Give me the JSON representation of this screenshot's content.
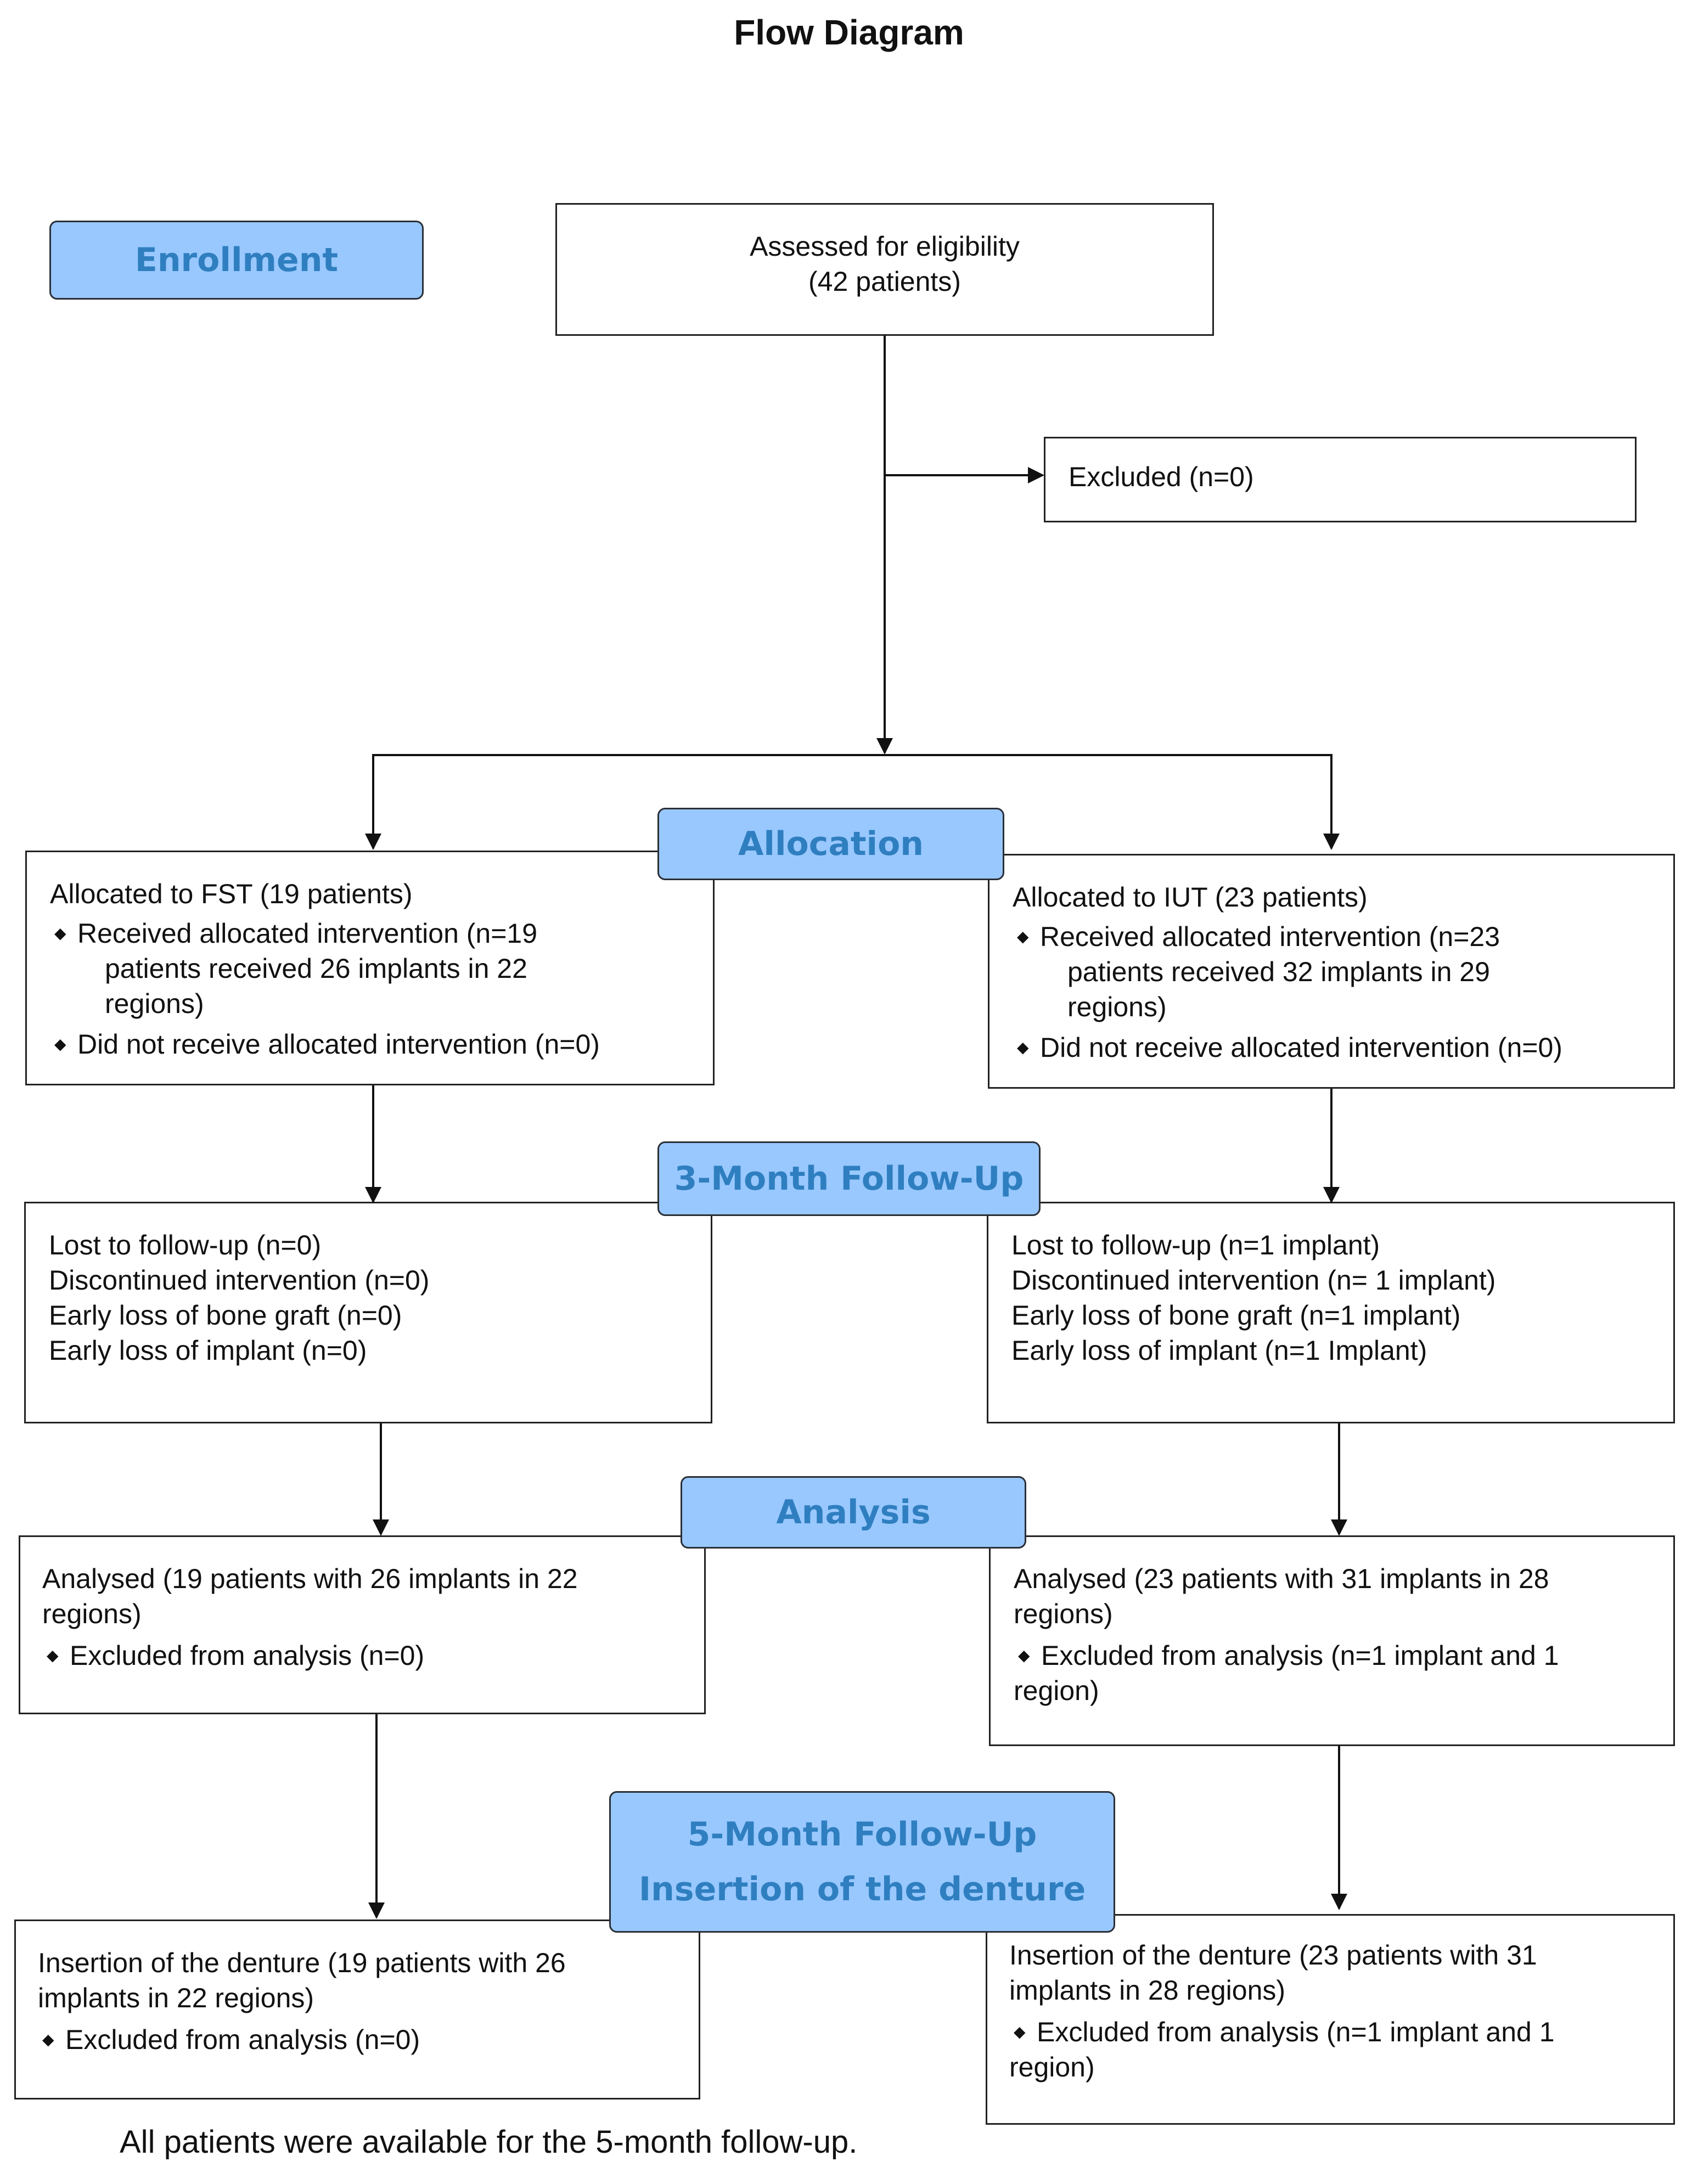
{
  "title": "Flow Diagram",
  "stages": {
    "enrollment": "Enrollment",
    "allocation": "Allocation",
    "followup3": "3-Month Follow-Up",
    "analysis": "Analysis",
    "followup5_line1": "5-Month Follow-Up",
    "followup5_line2": "Insertion of the denture"
  },
  "assessed": {
    "line1": "Assessed for eligibility",
    "line2": "(42 patients)"
  },
  "excluded": "Excluded (n=0)",
  "fst": {
    "allocated": "Allocated to FST (19 patients)",
    "received_1": "Received allocated intervention (n=19",
    "received_2": "patients received 26 implants in 22",
    "received_3": "regions)",
    "not_received": "Did not receive allocated intervention (n=0)",
    "lost": "Lost to follow-up (n=0)",
    "discontinued": "Discontinued intervention (n=0)",
    "graft_loss": "Early loss of bone graft (n=0)",
    "implant_loss": "Early loss of implant (n=0)",
    "analysed_1": "Analysed (19 patients with 26 implants in 22",
    "analysed_2": "regions)",
    "excluded_analysis": "Excluded from analysis (n=0)",
    "denture_1": "Insertion of the denture (19 patients with 26",
    "denture_2": "implants in 22 regions)",
    "denture_excluded": "Excluded from analysis (n=0)"
  },
  "iut": {
    "allocated": "Allocated to IUT (23 patients)",
    "received_1": "Received allocated intervention (n=23",
    "received_2": "patients received 32 implants in 29",
    "received_3": "regions)",
    "not_received": "Did not receive allocated intervention (n=0)",
    "lost": "Lost to follow-up (n=1 implant)",
    "discontinued": "Discontinued intervention (n= 1 implant)",
    "graft_loss": "Early loss of bone graft (n=1 implant)",
    "implant_loss": "Early loss of implant (n=1 Implant)",
    "analysed_1": "Analysed (23 patients with 31 implants in 28",
    "analysed_2": "regions)",
    "excluded_analysis_1": "Excluded from analysis (n=1 implant and 1",
    "excluded_analysis_2": "region)",
    "denture_1": "Insertion of the denture (23 patients with 31",
    "denture_2": "implants in 28 regions)",
    "denture_excluded_1": "Excluded from analysis (n=1 implant and 1",
    "denture_excluded_2": "region)"
  },
  "footer": "All patients were available for the 5-month follow-up."
}
